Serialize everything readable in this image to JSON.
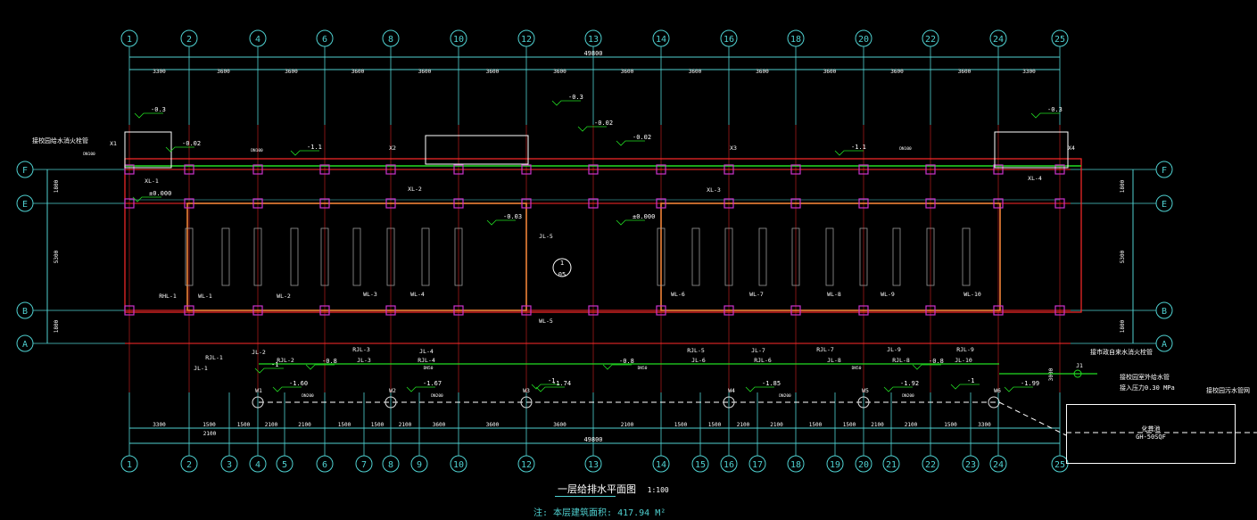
{
  "drawing": {
    "title": "一层给排水平面图",
    "scale": "1:100",
    "note": "注: 本层建筑面积: 417.94 M²",
    "colors": {
      "axis": "#4fd1d1",
      "wall": "#ff2a2a",
      "pipe": "#22dd22",
      "text": "#ffffff",
      "column": "#cc33cc"
    }
  },
  "axes": {
    "top": [
      "1",
      "2",
      "4",
      "6",
      "8",
      "10",
      "12",
      "13",
      "14",
      "16",
      "18",
      "20",
      "22",
      "24",
      "25"
    ],
    "bottom": [
      "1",
      "2",
      "3",
      "4",
      "5",
      "6",
      "7",
      "8",
      "9",
      "10",
      "12",
      "13",
      "14",
      "15",
      "16",
      "17",
      "18",
      "19",
      "20",
      "21",
      "22",
      "23",
      "24",
      "25"
    ],
    "rows": [
      "F",
      "E",
      "B",
      "A"
    ]
  },
  "dimensions": {
    "total": "49800",
    "top": [
      "3300",
      "3600",
      "3600",
      "3600",
      "3600",
      "3600",
      "3600",
      "3600",
      "3600",
      "3600",
      "3600",
      "3600",
      "3600",
      "3300"
    ],
    "bottom": [
      "3300",
      "1500",
      "1500",
      "2100",
      "2100",
      "1500",
      "1500",
      "2100",
      "3600",
      "3600",
      "3600",
      "2100",
      "1500",
      "1500",
      "2100",
      "2100",
      "1500",
      "1500",
      "2100",
      "2100",
      "1500",
      "3300"
    ],
    "bottom_sub": "2100",
    "left": [
      "1800",
      "5300",
      "1800"
    ],
    "right": [
      "1800",
      "5300",
      "1800"
    ],
    "right_vertical": "3000"
  },
  "elevations": [
    "-0.3",
    "-0.3",
    "-0.3",
    "-0.02",
    "-0.02",
    "-1.1",
    "-1.1",
    "-0.02",
    "±0.000",
    "±0.000",
    "-0.03",
    "-0.8",
    "-0.8",
    "-0.8",
    "-1",
    "-1",
    "-1",
    "-1.60",
    "-1.67",
    "-1.74",
    "-1.85",
    "-1.92",
    "-1.99"
  ],
  "pipe_labels": [
    "XL-1",
    "XL-2",
    "XL-3",
    "XL-4",
    "X1",
    "X2",
    "X3",
    "X4",
    "RHL-1",
    "WL-1",
    "WL-2",
    "WL-3",
    "WL-4",
    "WL-5",
    "WL-6",
    "WL-7",
    "WL-8",
    "WL-9",
    "WL-10",
    "JL-5",
    "RJL-1",
    "JL-1",
    "JL-2",
    "RJL-2",
    "RJL-3",
    "JL-3",
    "JL-4",
    "RJL-4",
    "RJL-5",
    "JL-6",
    "JL-7",
    "RJL-6",
    "RJL-7",
    "JL-8",
    "JL-9",
    "RJL-8",
    "RJL-9",
    "JL-10",
    "W1",
    "W2",
    "W3",
    "W4",
    "W5",
    "W6",
    "J1",
    "DN100",
    "DN100",
    "DN100",
    "DN50",
    "DN50",
    "DN50",
    "DN200",
    "DN200",
    "DN200",
    "DN200"
  ],
  "annotations": {
    "left_note": "接校园给水消火栓管",
    "right_note_1": "接市政自来水消火栓管",
    "right_note_2": "接校园室外给水管",
    "right_note_3": "接入压力0.30 MPa",
    "far_right_note": "接校园污水管网",
    "septic_name": "化粪池",
    "septic_model": "GH-50SQF",
    "detail_mark_top": "1",
    "detail_mark_bottom": "05"
  }
}
